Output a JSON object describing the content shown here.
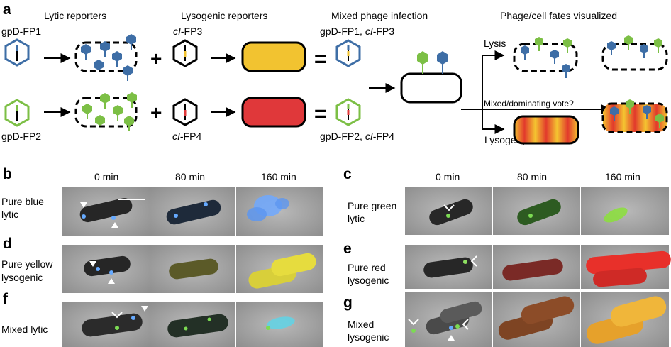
{
  "panel_a": {
    "letter": "a",
    "headers": {
      "lytic": "Lytic reporters",
      "lysogenic": "Lysogenic reporters",
      "mixed": "Mixed phage infection",
      "fates": "Phage/cell fates visualized"
    },
    "phage_labels": {
      "gpd_fp1": "gpD-FP1",
      "gpd_fp2": "gpD-FP2",
      "ci_fp3_italic": "cI",
      "ci_fp3_rest": "-FP3",
      "ci_fp4_italic": "cI",
      "ci_fp4_rest": "-FP4",
      "combo1_pre": "gpD-FP1, ",
      "combo1_italic": "cI",
      "combo1_post": "-FP3",
      "combo2_pre": "gpD-FP2, ",
      "combo2_italic": "cI",
      "combo2_post": "-FP4"
    },
    "operators": {
      "plus": "+",
      "equals": "="
    },
    "fates": {
      "lysis": "Lysis",
      "lysogeny": "Lysogeny",
      "vote": "Mixed/dominating vote?"
    },
    "colors": {
      "blue": "#3e6ea6",
      "green": "#7cbf45",
      "yellow": "#f2c330",
      "red": "#e0383a"
    }
  },
  "panels": {
    "b": {
      "letter": "b",
      "label_line1": "Pure blue",
      "label_line2": "lytic"
    },
    "c": {
      "letter": "c",
      "label_line1": "Pure green",
      "label_line2": "lytic"
    },
    "d": {
      "letter": "d",
      "label_line1": "Pure yellow",
      "label_line2": "lysogenic"
    },
    "e": {
      "letter": "e",
      "label_line1": "Pure red",
      "label_line2": "lysogenic"
    },
    "f": {
      "letter": "f",
      "label_line1": "Mixed lytic",
      "label_line2": ""
    },
    "g": {
      "letter": "g",
      "label_line1": "Mixed",
      "label_line2": "lysogenic"
    }
  },
  "timepoints": [
    "0 min",
    "80 min",
    "160 min"
  ]
}
